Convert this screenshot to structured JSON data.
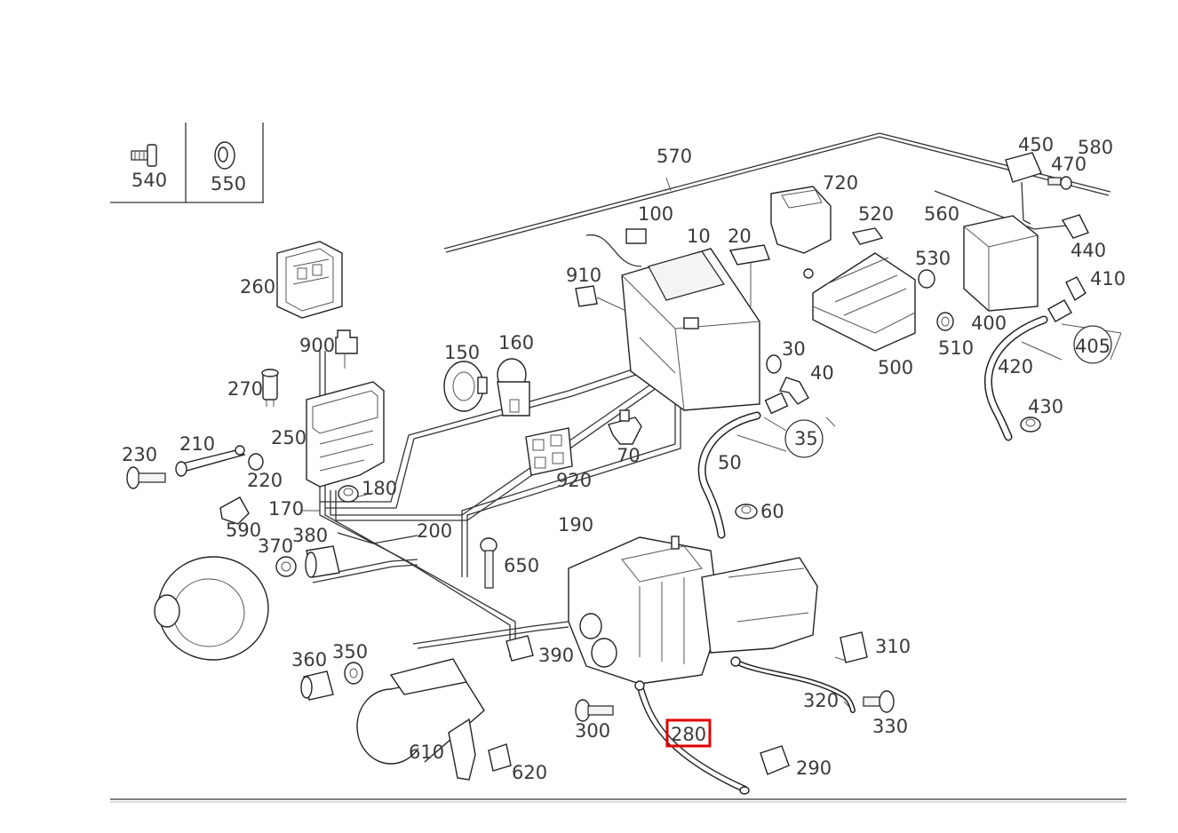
{
  "diagram": {
    "highlight_color": "#e00000",
    "highlighted_part": "280",
    "inset_labels": [
      "540",
      "550"
    ],
    "part_labels": {
      "p10": "10",
      "p20": "20",
      "p30": "30",
      "p35": "35",
      "p40": "40",
      "p50": "50",
      "p60": "60",
      "p70": "70",
      "p100": "100",
      "p150": "150",
      "p160": "160",
      "p170": "170",
      "p180": "180",
      "p190": "190",
      "p200": "200",
      "p210": "210",
      "p220": "220",
      "p230": "230",
      "p250": "250",
      "p260": "260",
      "p270": "270",
      "p280": "280",
      "p290": "290",
      "p300": "300",
      "p310": "310",
      "p320": "320",
      "p330": "330",
      "p350": "350",
      "p360": "360",
      "p370": "370",
      "p380": "380",
      "p390": "390",
      "p400": "400",
      "p405": "405",
      "p410": "410",
      "p420": "420",
      "p430": "430",
      "p440": "440",
      "p450": "450",
      "p470": "470",
      "p500": "500",
      "p510": "510",
      "p520": "520",
      "p530": "530",
      "p560": "560",
      "p570": "570",
      "p580": "580",
      "p590": "590",
      "p610": "610",
      "p620": "620",
      "p650": "650",
      "p720": "720",
      "p900": "900",
      "p910": "910",
      "p920": "920"
    }
  }
}
